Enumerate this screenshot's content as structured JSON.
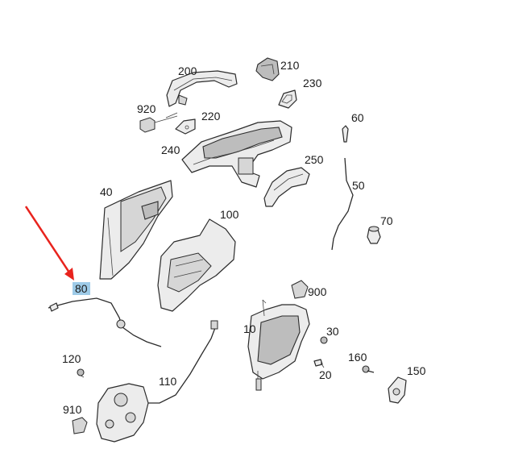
{
  "callouts": {
    "c200": "200",
    "c210": "210",
    "c230": "230",
    "c920": "920",
    "c220": "220",
    "c60": "60",
    "c240": "240",
    "c250": "250",
    "c40": "40",
    "c50": "50",
    "c100": "100",
    "c70": "70",
    "c80": "80",
    "c900": "900",
    "c10": "10",
    "c30": "30",
    "c120": "120",
    "c160": "160",
    "c150": "150",
    "c20": "20",
    "c110": "110",
    "c910": "910"
  },
  "highlight": {
    "callout": "80",
    "color": "#9ecbe8",
    "arrow_color": "#e8231d"
  }
}
